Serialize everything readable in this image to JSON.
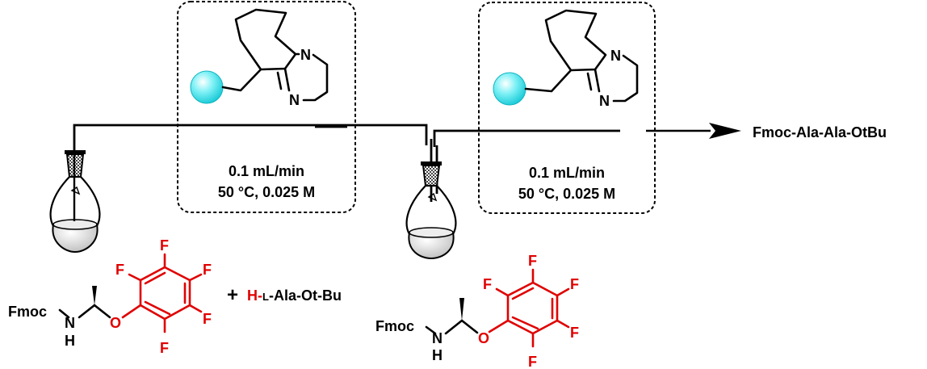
{
  "reactor_1": {
    "flow_rate": "0.1 mL/min",
    "conditions": "50 °C, 0.025 M"
  },
  "reactor_2": {
    "flow_rate": "0.1 mL/min",
    "conditions": "50 °C, 0.025 M"
  },
  "product": "Fmoc-Ala-Ala-OtBu",
  "reagent_1": {
    "fmoc": "Fmoc",
    "nh_n": "N",
    "nh_h": "H",
    "oxygen": "O",
    "fluorine": "F"
  },
  "plus_sign": "+",
  "reagent_2": {
    "h_part": "H-",
    "l_part": "L",
    "rest": "-Ala-Ot-Bu"
  },
  "reagent_3": {
    "fmoc": "Fmoc",
    "nh_n": "N",
    "nh_h": "H",
    "oxygen": "O",
    "fluorine": "F"
  },
  "resin_atoms": {
    "n_top": "N",
    "n_imine": "N"
  },
  "colors": {
    "bead": "#29e3ee",
    "highlight": "#e00000",
    "line": "#000000"
  }
}
